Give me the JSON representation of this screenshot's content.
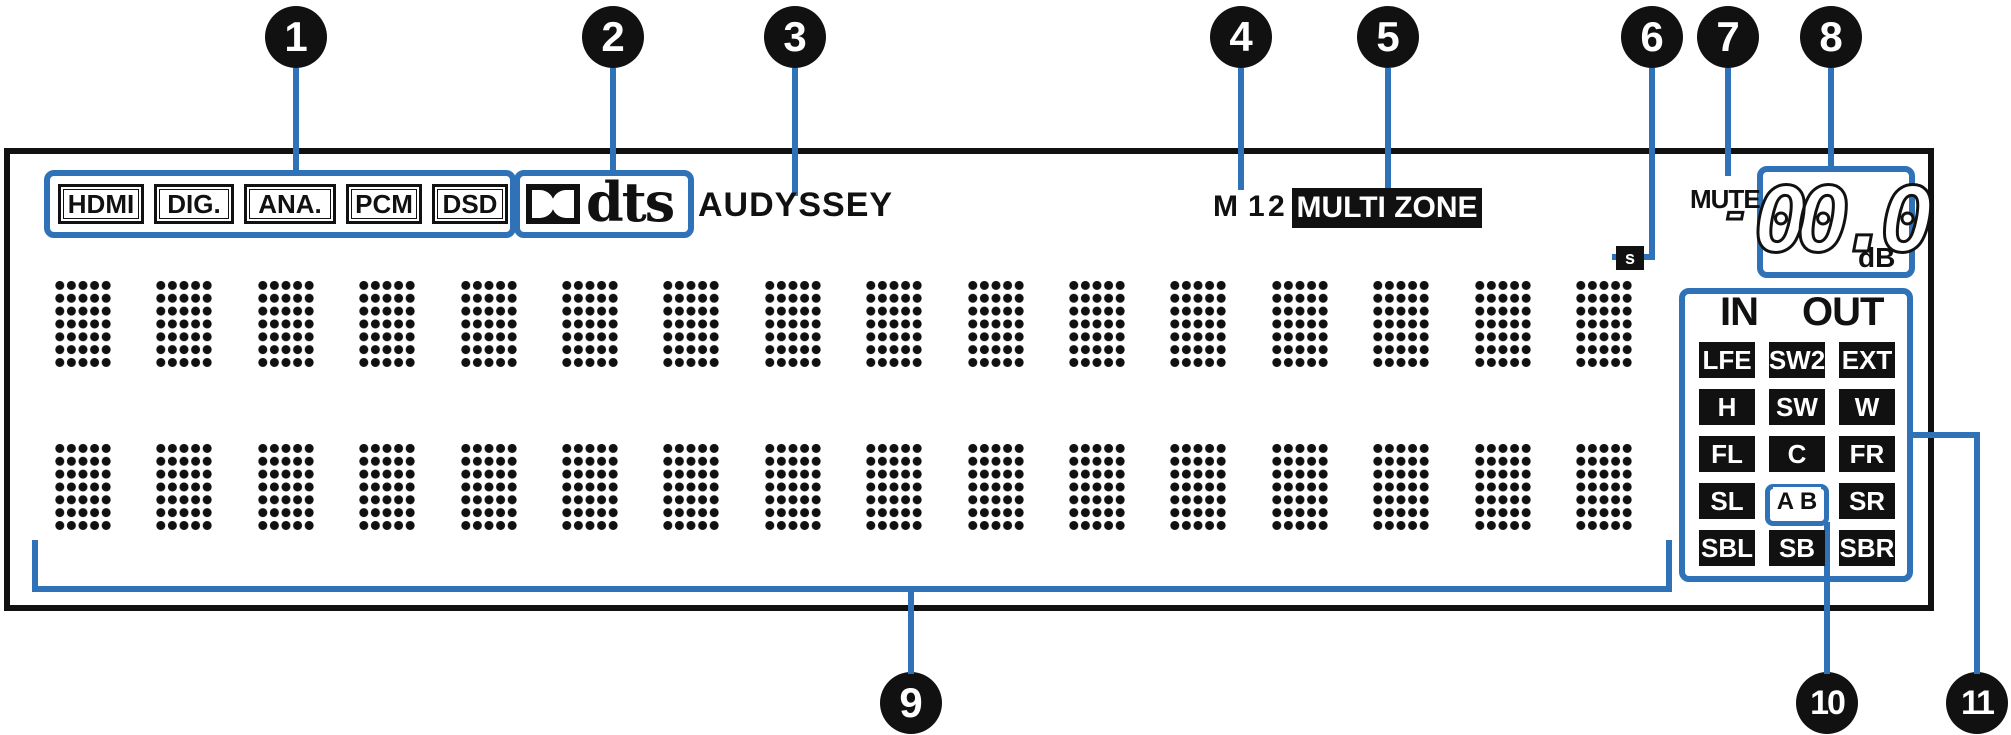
{
  "callouts": [
    "1",
    "2",
    "3",
    "4",
    "5",
    "6",
    "7",
    "8",
    "9",
    "10",
    "11"
  ],
  "input_indicators": [
    "HDMI",
    "DIG.",
    "ANA.",
    "PCM",
    "DSD"
  ],
  "brands": {
    "dolby_mark": "DD",
    "dts": "dts",
    "audyssey": "AUDYSSEY"
  },
  "zone_indicator": {
    "main": "M",
    "zone1": "1",
    "zone2": "2"
  },
  "multi_zone": "MULTI ZONE",
  "sleep_indicator": "s",
  "mute_label": "MUTE",
  "volume": {
    "minus": "-",
    "digits": "00.0",
    "unit": "dB"
  },
  "channel_panel": {
    "in_label": "IN",
    "out_label": "OUT",
    "rows": [
      [
        "LFE",
        "SW2",
        "EXT"
      ],
      [
        "H",
        "SW",
        "W"
      ],
      [
        "FL",
        "C",
        "FR"
      ],
      [
        "SL",
        "A B",
        "SR"
      ],
      [
        "SBL",
        "SB",
        "SBR"
      ]
    ]
  },
  "colors": {
    "callout_blue": "#2f72b8",
    "ink": "#111111"
  }
}
